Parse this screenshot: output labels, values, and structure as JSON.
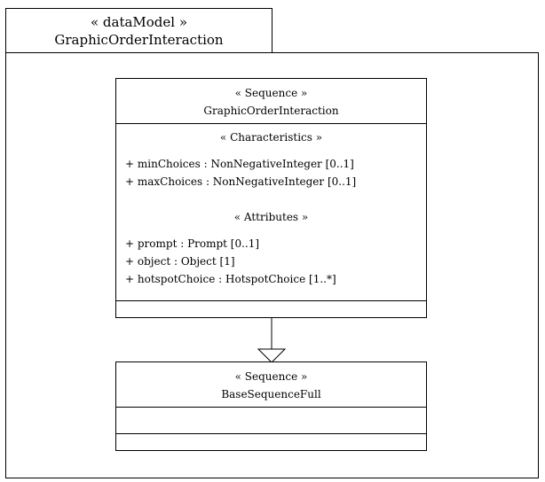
{
  "package": {
    "stereotype": "« dataModel »",
    "name": "GraphicOrderInteraction"
  },
  "class_main": {
    "stereotype": "« Sequence »",
    "name": "GraphicOrderInteraction",
    "characteristics": {
      "header": "« Characteristics »",
      "items": [
        "+ minChoices : NonNegativeInteger [0..1]",
        "+ maxChoices : NonNegativeInteger [0..1]"
      ]
    },
    "attributes": {
      "header": "« Attributes »",
      "items": [
        "+ prompt : Prompt [0..1]",
        "+ object : Object [1]",
        "+ hotspotChoice : HotspotChoice [1..*]"
      ]
    }
  },
  "class_base": {
    "stereotype": "« Sequence »",
    "name": "BaseSequenceFull"
  }
}
